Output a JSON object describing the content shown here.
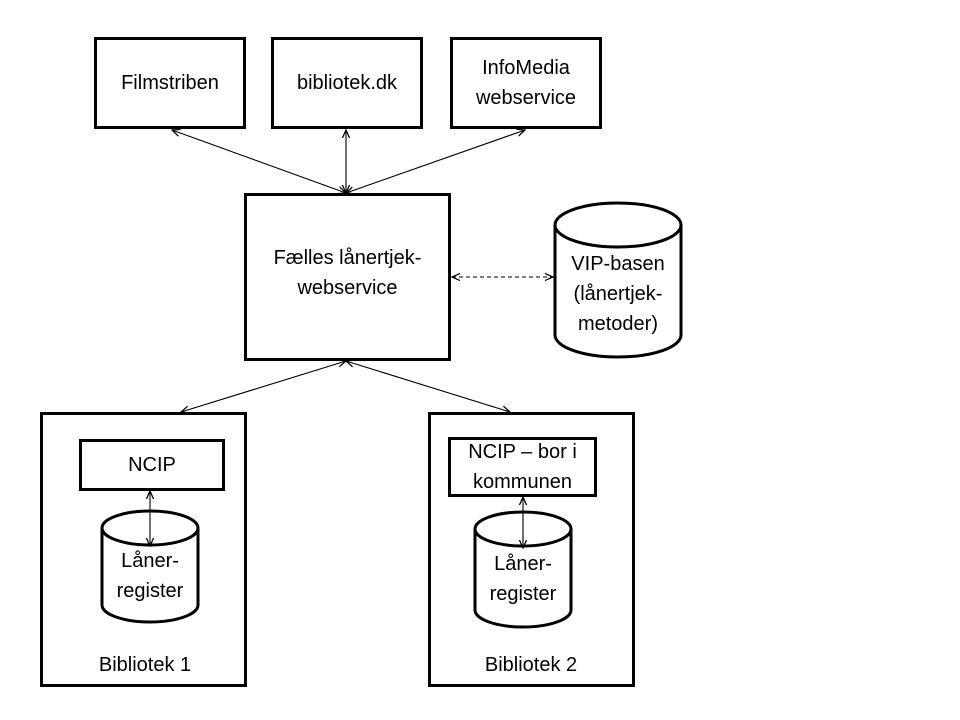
{
  "nodes": {
    "filmstriben": "Filmstriben",
    "bibliotek_dk": "bibliotek.dk",
    "infomedia": "InfoMedia\nwebservice",
    "faelles": "Fælles lånertjek-\nwebservice",
    "vip": "VIP-basen\n(lånertjek-\nmetoder)",
    "ncip1": "NCIP",
    "ncip2": "NCIP – bor i\nkommunen",
    "laaner1": "Låner-\nregister",
    "laaner2": "Låner-\nregister"
  },
  "groups": {
    "bibliotek1": "Bibliotek 1",
    "bibliotek2": "Bibliotek 2"
  },
  "edges": [
    {
      "from": "faelles",
      "to": "filmstriben",
      "style": "solid",
      "direction": "both"
    },
    {
      "from": "faelles",
      "to": "bibliotek_dk",
      "style": "solid",
      "direction": "both"
    },
    {
      "from": "faelles",
      "to": "infomedia",
      "style": "solid",
      "direction": "both"
    },
    {
      "from": "faelles",
      "to": "vip",
      "style": "dashed",
      "direction": "both"
    },
    {
      "from": "faelles",
      "to": "bibliotek1",
      "style": "solid",
      "direction": "both"
    },
    {
      "from": "faelles",
      "to": "bibliotek2",
      "style": "solid",
      "direction": "both"
    },
    {
      "from": "ncip1",
      "to": "laaner1",
      "style": "solid",
      "direction": "both"
    },
    {
      "from": "ncip2",
      "to": "laaner2",
      "style": "solid",
      "direction": "both"
    }
  ]
}
